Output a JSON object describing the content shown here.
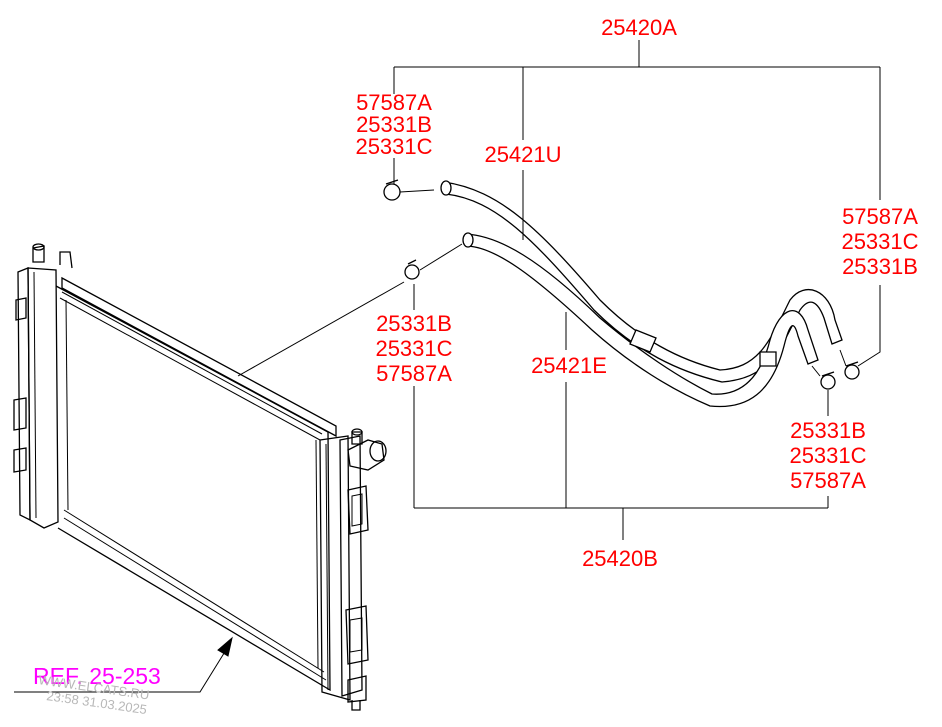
{
  "diagram": {
    "assembly_top": "25420A",
    "assembly_bottom": "25420B",
    "hose_upper": "25421U",
    "hose_lower": "25421E",
    "group_left_top": [
      "57587A",
      "25331B",
      "25331C"
    ],
    "group_right_top": [
      "57587A",
      "25331C",
      "25331B"
    ],
    "group_left_mid": [
      "25331B",
      "25331C",
      "57587A"
    ],
    "group_right_bottom": [
      "25331B",
      "25331C",
      "57587A"
    ],
    "reference": "REF. 25-253",
    "watermark_site": "WWW.ELCATS.RU",
    "watermark_time": "23:58 31.03.2025"
  },
  "colors": {
    "part_label": "#ff0000",
    "reference": "#ff00ff",
    "line": "#000000",
    "watermark": "#b8b8b8"
  }
}
